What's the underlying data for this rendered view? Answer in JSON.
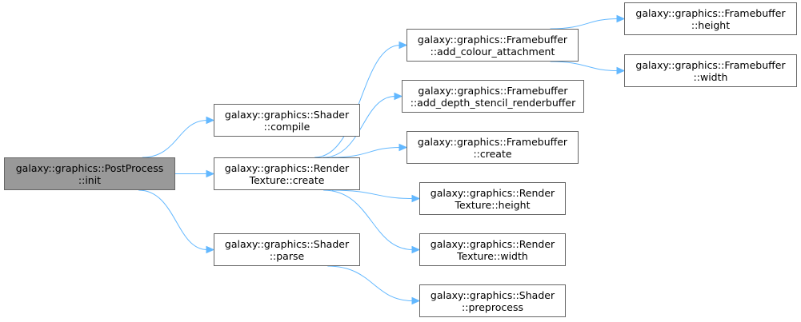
{
  "colors": {
    "edge": "#63b8ff",
    "node_border": "#666666",
    "root_fill": "#999999",
    "node_fill": "#ffffff"
  },
  "nodes": {
    "postprocess_init": {
      "line1": "galaxy::graphics::PostProcess",
      "line2": "::init"
    },
    "shader_compile": {
      "line1": "galaxy::graphics::Shader",
      "line2": "::compile"
    },
    "rt_create": {
      "line1": "galaxy::graphics::Render",
      "line2": "Texture::create"
    },
    "shader_parse": {
      "line1": "galaxy::graphics::Shader",
      "line2": "::parse"
    },
    "fb_add_colour": {
      "line1": "galaxy::graphics::Framebuffer",
      "line2": "::add_colour_attachment"
    },
    "fb_add_depth": {
      "line1": "galaxy::graphics::Framebuffer",
      "line2": "::add_depth_stencil_renderbuffer"
    },
    "fb_create": {
      "line1": "galaxy::graphics::Framebuffer",
      "line2": "::create"
    },
    "rt_height": {
      "line1": "galaxy::graphics::Render",
      "line2": "Texture::height"
    },
    "rt_width": {
      "line1": "galaxy::graphics::Render",
      "line2": "Texture::width"
    },
    "shader_preprocess": {
      "line1": "galaxy::graphics::Shader",
      "line2": "::preprocess"
    },
    "fb_height": {
      "line1": "galaxy::graphics::Framebuffer",
      "line2": "::height"
    },
    "fb_width": {
      "line1": "galaxy::graphics::Framebuffer",
      "line2": "::width"
    }
  },
  "edges": [
    [
      "postprocess_init",
      "shader_compile"
    ],
    [
      "postprocess_init",
      "rt_create"
    ],
    [
      "postprocess_init",
      "shader_parse"
    ],
    [
      "rt_create",
      "fb_add_colour"
    ],
    [
      "rt_create",
      "fb_add_depth"
    ],
    [
      "rt_create",
      "fb_create"
    ],
    [
      "rt_create",
      "rt_height"
    ],
    [
      "rt_create",
      "rt_width"
    ],
    [
      "shader_parse",
      "shader_preprocess"
    ],
    [
      "fb_add_colour",
      "fb_height"
    ],
    [
      "fb_add_colour",
      "fb_width"
    ]
  ]
}
